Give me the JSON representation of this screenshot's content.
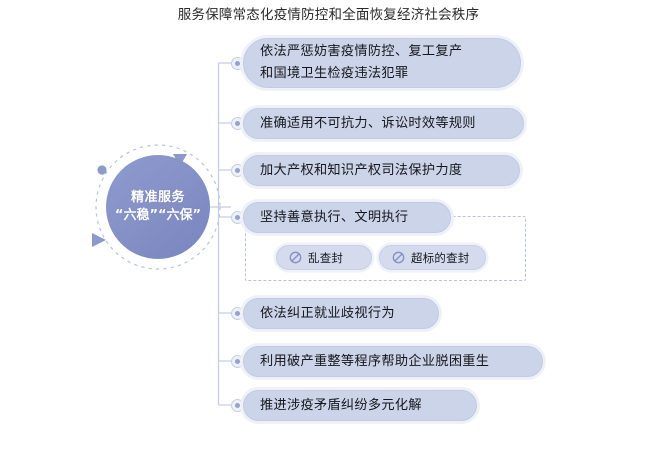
{
  "title": "服务保障常态化疫情防控和全面恢复经济社会秩序",
  "hub": {
    "line1": "精准服务",
    "line2": "“六稳”“六保”"
  },
  "items": [
    {
      "label": "依法严惩妨害疫情防控、复工复产\n和国境卫生检疫违法犯罪"
    },
    {
      "label": "准确适用不可抗力、诉讼时效等规则"
    },
    {
      "label": "加大产权和知识产权司法保护力度"
    },
    {
      "label": "坚持善意执行、文明执行"
    },
    {
      "label": "依法纠正就业歧视行为"
    },
    {
      "label": "利用破产重整等程序帮助企业脱困重生"
    },
    {
      "label": "推进涉疫矛盾纠纷多元化解"
    }
  ],
  "subitems": [
    {
      "label": "乱查封",
      "icon": "prohibition-icon"
    },
    {
      "label": "超标的查封",
      "icon": "prohibition-icon"
    }
  ],
  "colors": {
    "hub_gradient_start": "#8e9bce",
    "hub_gradient_end": "#7a86bf",
    "pill_fill": "#ccd4e9",
    "pill_halo": "#eef1f8",
    "connector": "#c3cce2",
    "dashed_ring": "#b9c2dd",
    "icon_blue": "#8590c4",
    "title_text": "#2b2b2b",
    "body_text": "#15171c"
  }
}
